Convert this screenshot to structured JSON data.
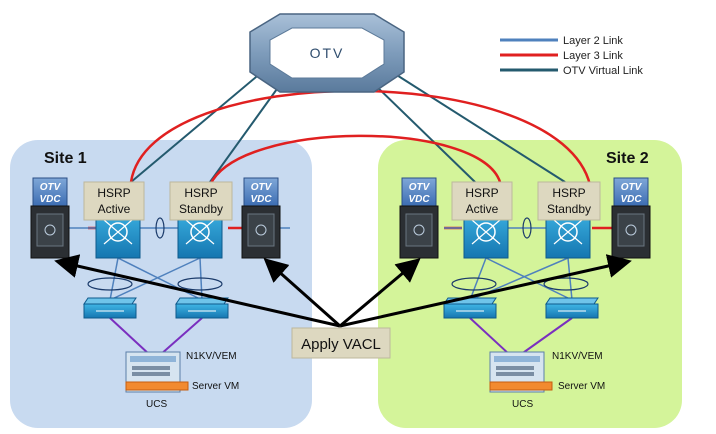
{
  "title_otv": "OTV",
  "legend": {
    "items": [
      {
        "label": "Layer 2 Link",
        "color": "#4f81bd"
      },
      {
        "label": "Layer 3 Link",
        "color": "#e02020"
      },
      {
        "label": "OTV Virtual Link",
        "color": "#245a6e"
      }
    ]
  },
  "sites": {
    "site1": {
      "label": "Site 1",
      "bg": "#c8daf0"
    },
    "site2": {
      "label": "Site 2",
      "bg": "#d4f49a"
    }
  },
  "vdc": {
    "line1": "OTV",
    "line2": "VDC"
  },
  "hsrp": {
    "active": {
      "line1": "HSRP",
      "line2": "Active"
    },
    "standby": {
      "line1": "HSRP",
      "line2": "Standby"
    }
  },
  "server": {
    "n1kv": "N1KV/VEM",
    "vm": "Server VM",
    "ucs": "UCS"
  },
  "callout": "Apply VACL"
}
